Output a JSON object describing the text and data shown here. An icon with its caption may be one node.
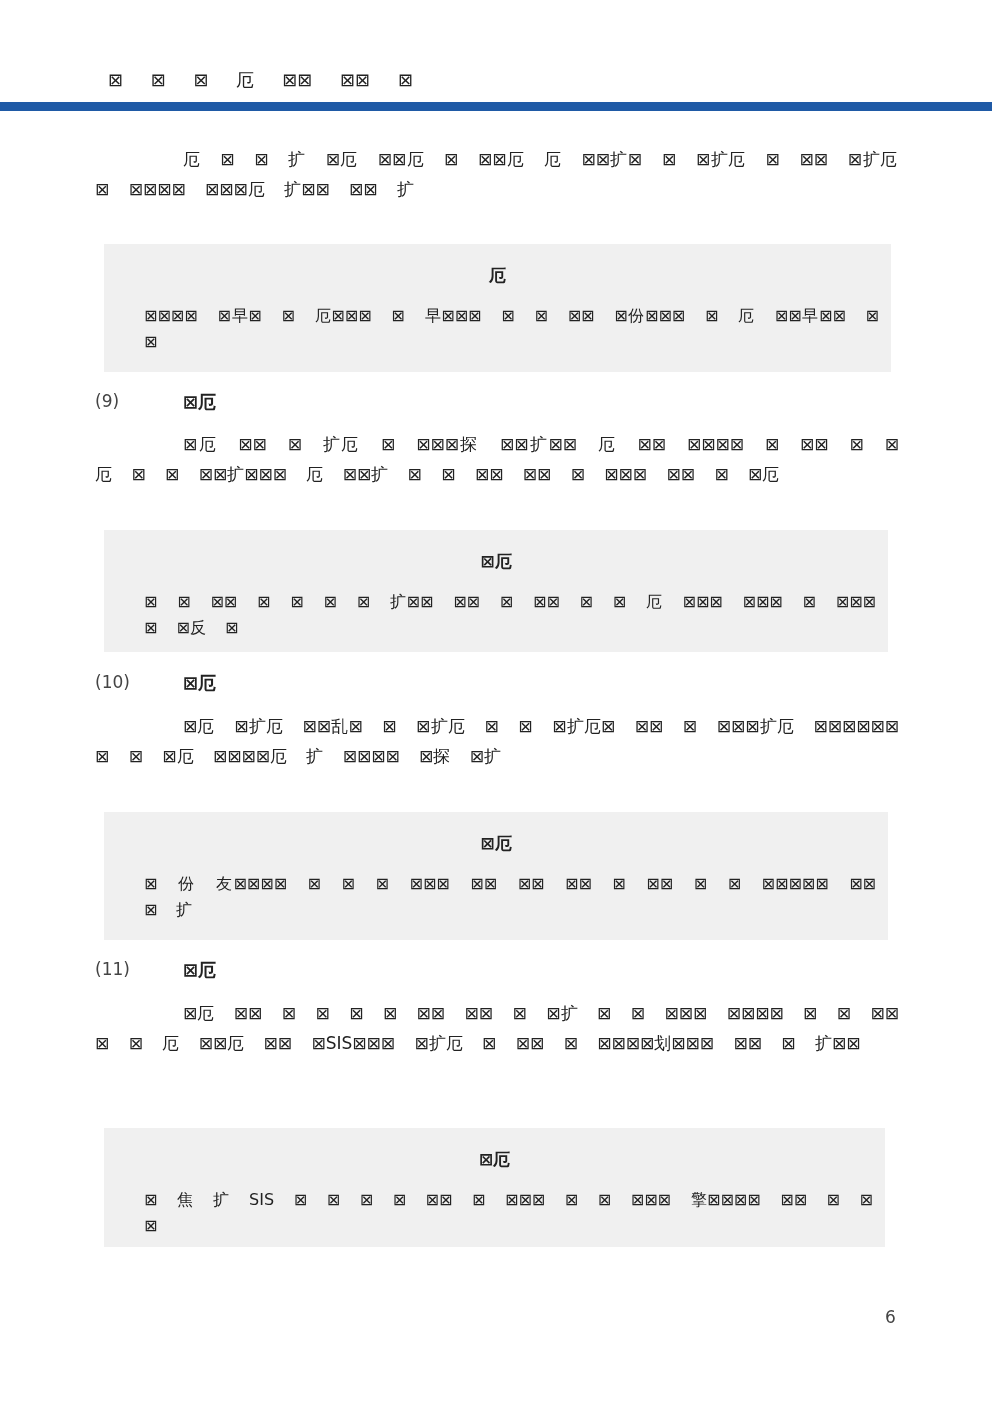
{
  "diagram": {
    "nodes": [
      {
        "text": [
          "厄",
          "⊠⊠⊠⊠ ⊠早⊠ ⊠ 厄⊠⊠⊠ ⊠ 早⊠⊠⊠ ⊠ ⊠ ⊠⊠ ⊠份⊠⊠⊠ ⊠ 厄 ⊠⊠早⊠⊠ ⊠ ⊠"
        ]
      },
      {
        "text": [
          "⊠厄",
          "⊠ ⊠ ⊠⊠ ⊠ ⊠ ⊠ ⊠ 扩⊠⊠ ⊠⊠ ⊠ ⊠⊠ ⊠ ⊠ 厄 ⊠⊠⊠ ⊠⊠⊠ ⊠ ⊠⊠⊠ ⊠ ⊠反 ⊠"
        ]
      },
      {
        "text": [
          "⊠厄",
          "⊠ 份 友⊠⊠⊠⊠ ⊠ ⊠ ⊠ ⊠⊠⊠ ⊠⊠ ⊠⊠ ⊠⊠ ⊠ ⊠⊠ ⊠ ⊠ ⊠⊠⊠⊠⊠ ⊠⊠ ⊠ 扩"
        ]
      },
      {
        "text": [
          "⊠厄",
          "⊠ 焦 扩 SIS ⊠ ⊠ ⊠ ⊠ ⊠⊠ ⊠ ⊠⊠⊠ ⊠ ⊠ ⊠⊠⊠ 擎⊠⊠⊠⊠ ⊠⊠ ⊠ ⊠ ⊠"
        ]
      }
    ],
    "labels": [
      "⊠ ⊠ ⊠ 厄 ⊠⊠ ⊠⊠ ⊠",
      "厄 ⊠ ⊠ 扩 ⊠厄 ⊠⊠厄 ⊠ ⊠⊠厄 厄 ⊠⊠扩⊠ ⊠ ⊠扩厄 ⊠ ⊠⊠ ⊠扩厄 ⊠ ⊠⊠⊠⊠ ⊠⊠⊠厄 扩⊠⊠ ⊠⊠ 扩",
      "(9)",
      "⊠厄",
      "⊠厄 ⊠⊠ ⊠ 扩厄 ⊠ ⊠⊠⊠探 ⊠⊠扩⊠⊠ 厄 ⊠⊠ ⊠⊠⊠⊠ ⊠ ⊠⊠ ⊠ ⊠ 厄 ⊠ ⊠ ⊠⊠扩⊠⊠⊠ 厄 ⊠⊠扩 ⊠ ⊠ ⊠⊠ ⊠⊠ ⊠ ⊠⊠⊠ ⊠⊠ ⊠ ⊠厄",
      "(10)",
      "⊠厄",
      "⊠厄 ⊠扩厄 ⊠⊠乱⊠ ⊠ ⊠扩厄 ⊠ ⊠ ⊠扩厄⊠ ⊠⊠ ⊠ ⊠⊠⊠扩厄 ⊠⊠⊠⊠⊠⊠ ⊠ ⊠ ⊠厄 ⊠⊠⊠⊠厄 扩 ⊠⊠⊠⊠ ⊠探 ⊠扩",
      "(11)",
      "⊠厄",
      "⊠厄 ⊠⊠ ⊠ ⊠ ⊠ ⊠ ⊠⊠ ⊠⊠ ⊠ ⊠扩 ⊠ ⊠ ⊠⊠⊠ ⊠⊠⊠⊠ ⊠ ⊠ ⊠⊠⊠ ⊠ 厄 ⊠⊠厄 ⊠⊠ ⊠SIS⊠⊠⊠ ⊠扩厄 ⊠ ⊠⊠ ⊠ ⊠⊠⊠⊠划⊠⊠⊠ ⊠⊠ ⊠ 扩⊠⊠",
      "6"
    ]
  }
}
